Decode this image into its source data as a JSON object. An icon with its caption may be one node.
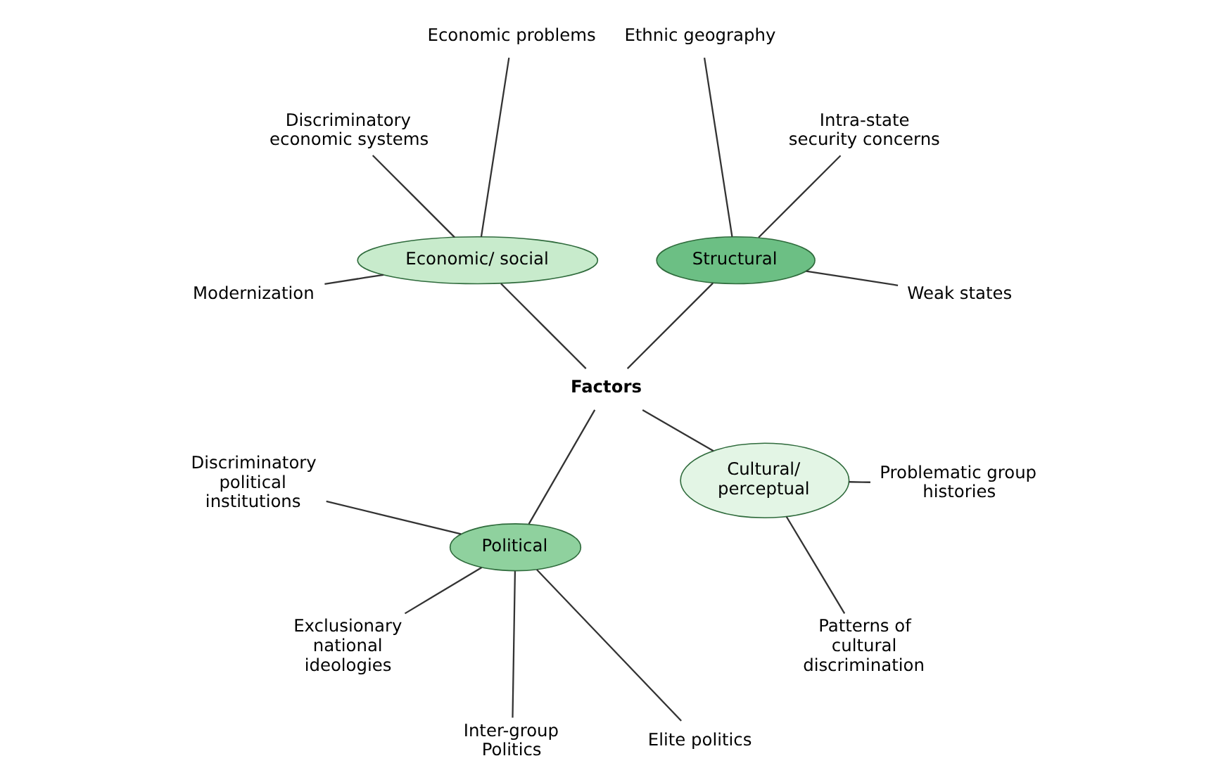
{
  "diagram": {
    "nodes": [
      {
        "text": [
          "Factors"
        ]
      },
      {
        "text": [
          "Structural"
        ]
      },
      {
        "text": [
          "Economic/ social"
        ]
      },
      {
        "text": [
          "Political"
        ]
      },
      {
        "text": [
          "Cultural/ perceptual"
        ]
      },
      {
        "text": [
          "Weak states"
        ]
      },
      {
        "text": [
          "Intra-state security concerns"
        ]
      },
      {
        "text": [
          "Ethnic geography"
        ]
      },
      {
        "text": [
          "Economic problems"
        ]
      },
      {
        "text": [
          "Discriminatory economic systems"
        ]
      },
      {
        "text": [
          "Modernization"
        ]
      },
      {
        "text": [
          "Discriminatory political institutions"
        ]
      },
      {
        "text": [
          "Exclusionary national ideologies"
        ]
      },
      {
        "text": [
          "Inter-group Politics"
        ]
      },
      {
        "text": [
          "Elite politics"
        ]
      },
      {
        "text": [
          "Patterns of cultural discrimination"
        ]
      },
      {
        "text": [
          "Problematic group histories"
        ]
      }
    ],
    "edges": [
      {
        "from": 0,
        "to": 1,
        "arrow": "none"
      },
      {
        "from": 0,
        "to": 2,
        "arrow": "none"
      },
      {
        "from": 0,
        "to": 3,
        "arrow": "none"
      },
      {
        "from": 0,
        "to": 4,
        "arrow": "none"
      },
      {
        "from": 1,
        "to": 5,
        "arrow": "none"
      },
      {
        "from": 1,
        "to": 6,
        "arrow": "none"
      },
      {
        "from": 1,
        "to": 7,
        "arrow": "none"
      },
      {
        "from": 2,
        "to": 8,
        "arrow": "none"
      },
      {
        "from": 2,
        "to": 9,
        "arrow": "none"
      },
      {
        "from": 2,
        "to": 10,
        "arrow": "none"
      },
      {
        "from": 3,
        "to": 11,
        "arrow": "none"
      },
      {
        "from": 3,
        "to": 12,
        "arrow": "none"
      },
      {
        "from": 3,
        "to": 13,
        "arrow": "none"
      },
      {
        "from": 3,
        "to": 14,
        "arrow": "none"
      },
      {
        "from": 4,
        "to": 15,
        "arrow": "none"
      },
      {
        "from": 4,
        "to": 16,
        "arrow": "none"
      }
    ]
  }
}
